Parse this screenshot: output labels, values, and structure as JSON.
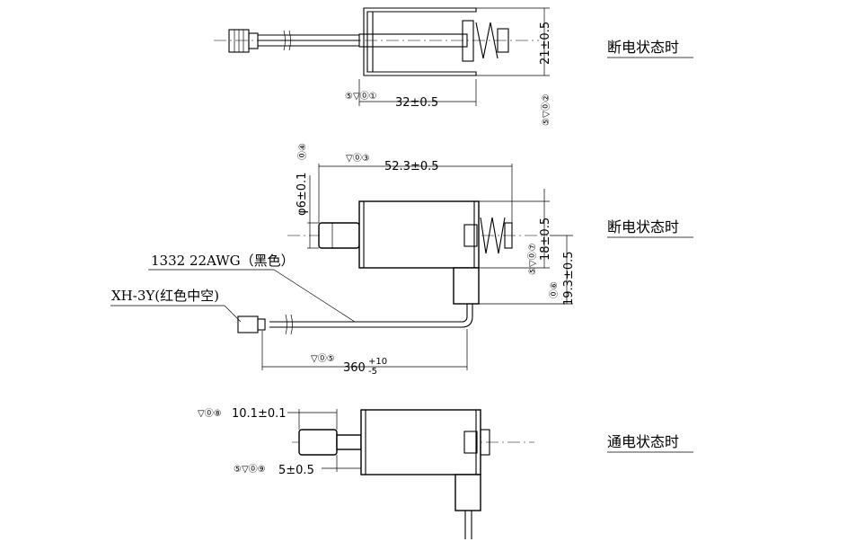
{
  "view1": {
    "dim_length": "32±0.5",
    "dim_height": "21±0.5",
    "mark_length": "⑤▽⓪①",
    "mark_height": "⑤▽⓪②",
    "state": "断电状态时"
  },
  "view2": {
    "dim_body": "52.3±0.5",
    "mark_body": "▽⓪③",
    "dim_diameter": "φ6±0.1",
    "mark_diameter": "⓪④",
    "dim_18": "18±0.5",
    "mark_18": "⑤▽⓪⑦",
    "dim_19": "19.3±0.5",
    "mark_19": "⓪⑥",
    "dim_lead": "360",
    "dim_lead_tol_upper": "+10",
    "dim_lead_tol_lower": "-5",
    "mark_lead": "▽⓪⑤",
    "wire_label": "1332 22AWG（黑色）",
    "connector_label": "XH-3Y(红色中空)",
    "state": "断电状态时"
  },
  "view3": {
    "dim_101": "10.1±0.1",
    "mark_101": "▽⓪⑧",
    "dim_5": "5±0.5",
    "mark_5": "⑤▽⓪⑨",
    "state": "通电状态时"
  }
}
